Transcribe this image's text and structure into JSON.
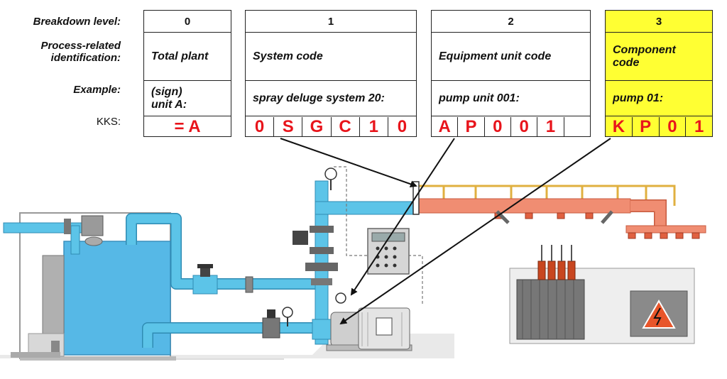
{
  "labels": {
    "breakdown_level": "Breakdown level:",
    "process_related": "Process-related",
    "identification": "identification:",
    "example": "Example:",
    "kks": "KKS:"
  },
  "groups": [
    {
      "level": "0",
      "desc_lines": [
        "Total plant"
      ],
      "example_lines": [
        "(sign)",
        "unit A:"
      ],
      "kks": [
        "= A"
      ]
    },
    {
      "level": "1",
      "desc_lines": [
        "System code"
      ],
      "example_lines": [
        "spray deluge system 20:"
      ],
      "kks": [
        "0",
        "S",
        "G",
        "C",
        "1",
        "0"
      ]
    },
    {
      "level": "2",
      "desc_lines": [
        "Equipment unit code"
      ],
      "example_lines": [
        "pump unit 001:"
      ],
      "kks": [
        "A",
        "P",
        "0",
        "0",
        "1",
        ""
      ]
    },
    {
      "level": "3",
      "desc_lines": [
        "Component",
        "code"
      ],
      "example_lines": [
        "pump 01:"
      ],
      "kks": [
        "K",
        "P",
        "0",
        "1"
      ]
    }
  ],
  "colors": {
    "kks_text": "#e8141b",
    "component_highlight": "#ffff33",
    "water_pipe": "#5cc4e8",
    "tank_water": "#56b8e6",
    "spray_pipe": "#f08d72",
    "signal_line": "#e0b040"
  },
  "diagram_icons": [
    "water-tank",
    "pump-unit",
    "motor",
    "control-panel",
    "transformer",
    "high-voltage-warning-icon",
    "pressure-gauge-icon",
    "valve-icon",
    "spray-nozzle"
  ]
}
